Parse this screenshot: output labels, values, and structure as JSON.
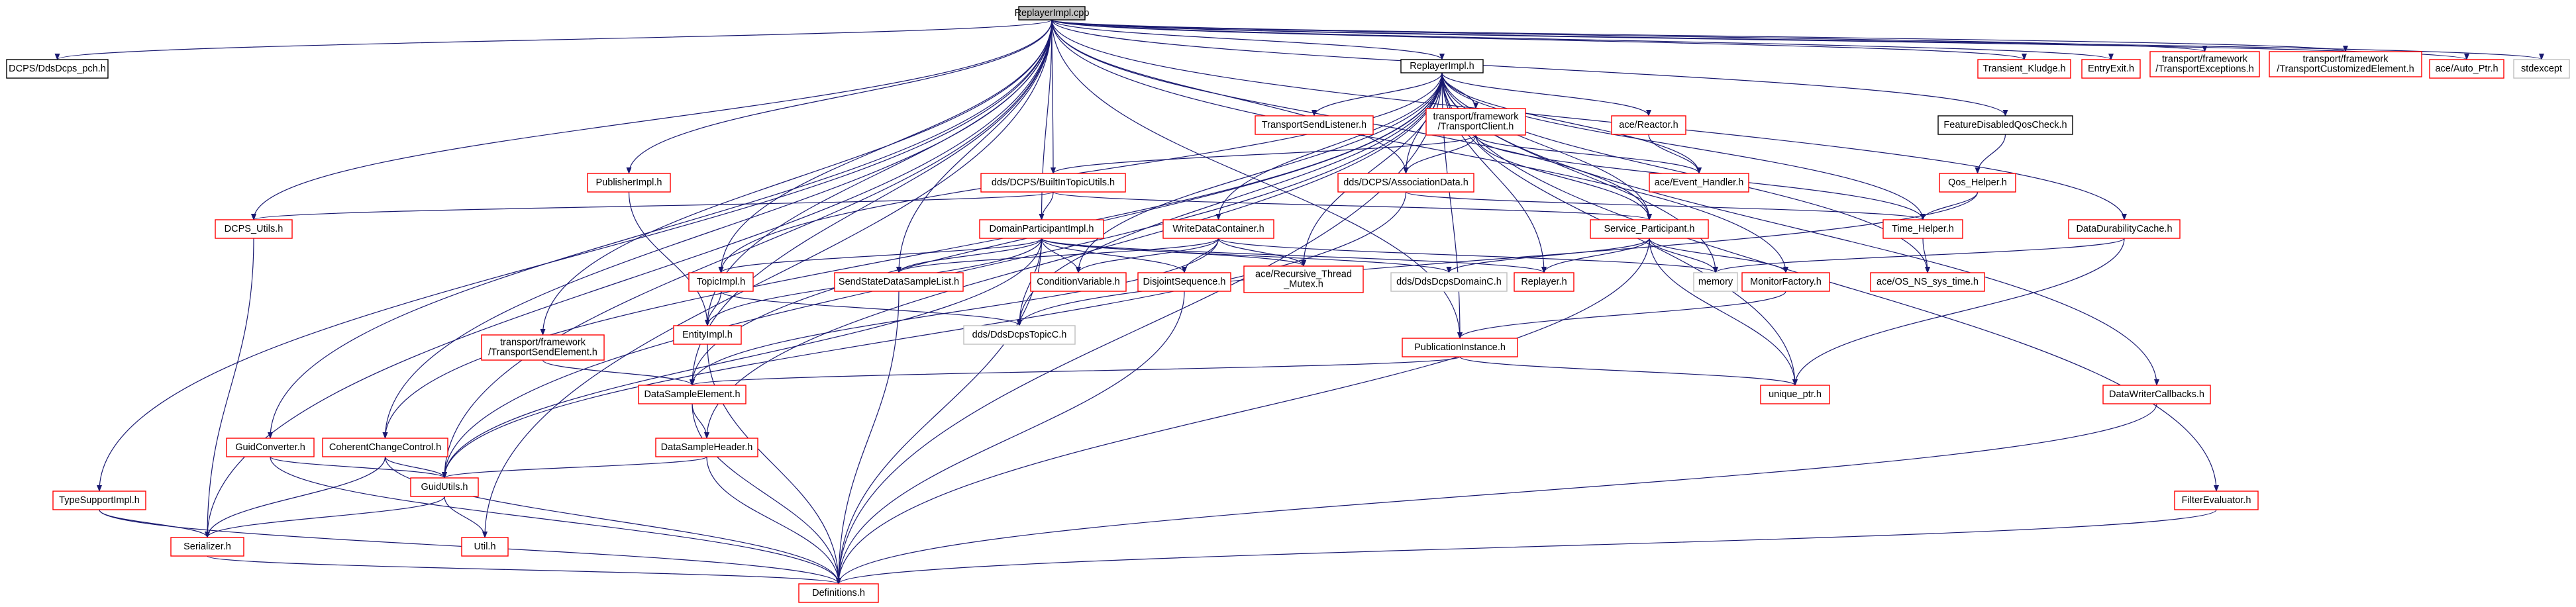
{
  "colors": {
    "edge": "#191970",
    "root_fill": "#bfbfbf",
    "black_border": "#000000",
    "red_border": "#ff0000",
    "gray_border": "#bfbfbf",
    "text": "#000000"
  },
  "nodes": [
    {
      "id": "root",
      "lines": [
        "ReplayerImpl.cpp"
      ],
      "style": "root"
    },
    {
      "id": "dcpsPch",
      "lines": [
        "DCPS/DdsDcps_pch.h"
      ],
      "style": "black"
    },
    {
      "id": "replayerImplH",
      "lines": [
        "ReplayerImpl.h"
      ],
      "style": "black"
    },
    {
      "id": "transientKludge",
      "lines": [
        "Transient_Kludge.h"
      ],
      "style": "red"
    },
    {
      "id": "entryExit",
      "lines": [
        "EntryExit.h"
      ],
      "style": "red"
    },
    {
      "id": "transportExceptions",
      "lines": [
        "transport/framework",
        "/TransportExceptions.h"
      ],
      "style": "red"
    },
    {
      "id": "transportCustomized",
      "lines": [
        "transport/framework",
        "/TransportCustomizedElement.h"
      ],
      "style": "red"
    },
    {
      "id": "aceAutoPtr",
      "lines": [
        "ace/Auto_Ptr.h"
      ],
      "style": "red"
    },
    {
      "id": "stdexcept",
      "lines": [
        "stdexcept"
      ],
      "style": "gray"
    },
    {
      "id": "transportSendListener",
      "lines": [
        "TransportSendListener.h"
      ],
      "style": "red"
    },
    {
      "id": "transportClient",
      "lines": [
        "transport/framework",
        "/TransportClient.h"
      ],
      "style": "red"
    },
    {
      "id": "aceReactor",
      "lines": [
        "ace/Reactor.h"
      ],
      "style": "red"
    },
    {
      "id": "featureDisabled",
      "lines": [
        "FeatureDisabledQosCheck.h"
      ],
      "style": "black"
    },
    {
      "id": "publisherImpl",
      "lines": [
        "PublisherImpl.h"
      ],
      "style": "red"
    },
    {
      "id": "builtInTopicUtils",
      "lines": [
        "dds/DCPS/BuiltInTopicUtils.h"
      ],
      "style": "red"
    },
    {
      "id": "associationData",
      "lines": [
        "dds/DCPS/AssociationData.h"
      ],
      "style": "red"
    },
    {
      "id": "aceEventHandler",
      "lines": [
        "ace/Event_Handler.h"
      ],
      "style": "red"
    },
    {
      "id": "qosHelper",
      "lines": [
        "Qos_Helper.h"
      ],
      "style": "red"
    },
    {
      "id": "dcpsUtils",
      "lines": [
        "DCPS_Utils.h"
      ],
      "style": "red"
    },
    {
      "id": "domainParticipantImpl",
      "lines": [
        "DomainParticipantImpl.h"
      ],
      "style": "red"
    },
    {
      "id": "writeDataContainer",
      "lines": [
        "WriteDataContainer.h"
      ],
      "style": "red"
    },
    {
      "id": "serviceParticipant",
      "lines": [
        "Service_Participant.h"
      ],
      "style": "red"
    },
    {
      "id": "timeHelper",
      "lines": [
        "Time_Helper.h"
      ],
      "style": "red"
    },
    {
      "id": "dataDurabilityCache",
      "lines": [
        "DataDurabilityCache.h"
      ],
      "style": "red"
    },
    {
      "id": "topicImpl",
      "lines": [
        "TopicImpl.h"
      ],
      "style": "red"
    },
    {
      "id": "sendStateDataSampleList",
      "lines": [
        "SendStateDataSampleList.h"
      ],
      "style": "red"
    },
    {
      "id": "conditionVariable",
      "lines": [
        "ConditionVariable.h"
      ],
      "style": "red"
    },
    {
      "id": "disjointSequence",
      "lines": [
        "DisjointSequence.h"
      ],
      "style": "red"
    },
    {
      "id": "aceRecursiveThreadMutex",
      "lines": [
        "ace/Recursive_Thread",
        "_Mutex.h"
      ],
      "style": "red"
    },
    {
      "id": "ddsDcpsDomainC",
      "lines": [
        "dds/DdsDcpsDomainC.h"
      ],
      "style": "gray"
    },
    {
      "id": "replayerH",
      "lines": [
        "Replayer.h"
      ],
      "style": "red"
    },
    {
      "id": "memory",
      "lines": [
        "memory"
      ],
      "style": "gray"
    },
    {
      "id": "monitorFactory",
      "lines": [
        "MonitorFactory.h"
      ],
      "style": "red"
    },
    {
      "id": "aceOsNsSysTime",
      "lines": [
        "ace/OS_NS_sys_time.h"
      ],
      "style": "red"
    },
    {
      "id": "entityImpl",
      "lines": [
        "EntityImpl.h"
      ],
      "style": "red"
    },
    {
      "id": "ddsDcpsTopicC",
      "lines": [
        "dds/DdsDcpsTopicC.h"
      ],
      "style": "gray"
    },
    {
      "id": "transportSendElement",
      "lines": [
        "transport/framework",
        "/TransportSendElement.h"
      ],
      "style": "red"
    },
    {
      "id": "publicationInstance",
      "lines": [
        "PublicationInstance.h"
      ],
      "style": "red"
    },
    {
      "id": "dataSampleElement",
      "lines": [
        "DataSampleElement.h"
      ],
      "style": "red"
    },
    {
      "id": "uniquePtr",
      "lines": [
        "unique_ptr.h"
      ],
      "style": "red"
    },
    {
      "id": "dataWriterCallbacks",
      "lines": [
        "DataWriterCallbacks.h"
      ],
      "style": "red"
    },
    {
      "id": "guidConverter",
      "lines": [
        "GuidConverter.h"
      ],
      "style": "red"
    },
    {
      "id": "coherentChangeControl",
      "lines": [
        "CoherentChangeControl.h"
      ],
      "style": "red"
    },
    {
      "id": "dataSampleHeader",
      "lines": [
        "DataSampleHeader.h"
      ],
      "style": "red"
    },
    {
      "id": "guidUtils",
      "lines": [
        "GuidUtils.h"
      ],
      "style": "red"
    },
    {
      "id": "typeSupportImpl",
      "lines": [
        "TypeSupportImpl.h"
      ],
      "style": "red"
    },
    {
      "id": "serializer",
      "lines": [
        "Serializer.h"
      ],
      "style": "red"
    },
    {
      "id": "utilH",
      "lines": [
        "Util.h"
      ],
      "style": "red"
    },
    {
      "id": "filterEvaluator",
      "lines": [
        "FilterEvaluator.h"
      ],
      "style": "red"
    },
    {
      "id": "definitions",
      "lines": [
        "Definitions.h"
      ],
      "style": "red"
    }
  ]
}
